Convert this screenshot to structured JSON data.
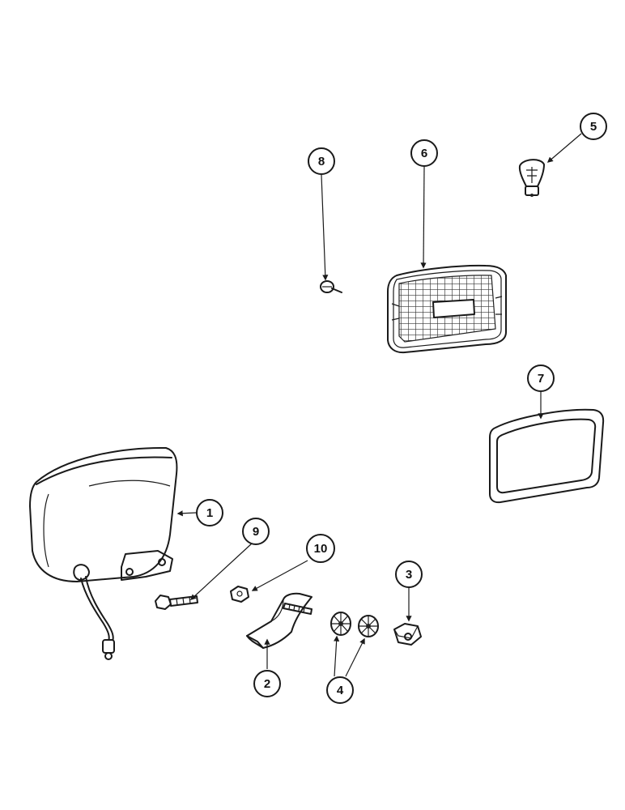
{
  "diagram": {
    "type": "exploded-parts-view",
    "callouts": [
      {
        "id": "c1",
        "label": "1",
        "part": "lamp-housing"
      },
      {
        "id": "c2",
        "label": "2",
        "part": "mounting-bracket"
      },
      {
        "id": "c3",
        "label": "3",
        "part": "nut"
      },
      {
        "id": "c4",
        "label": "4",
        "part": "washers"
      },
      {
        "id": "c5",
        "label": "5",
        "part": "bulb"
      },
      {
        "id": "c6",
        "label": "6",
        "part": "lens-assembly"
      },
      {
        "id": "c7",
        "label": "7",
        "part": "gasket"
      },
      {
        "id": "c8",
        "label": "8",
        "part": "screw"
      },
      {
        "id": "c9",
        "label": "9",
        "part": "bolt"
      },
      {
        "id": "c10",
        "label": "10",
        "part": "nut-small"
      }
    ]
  }
}
